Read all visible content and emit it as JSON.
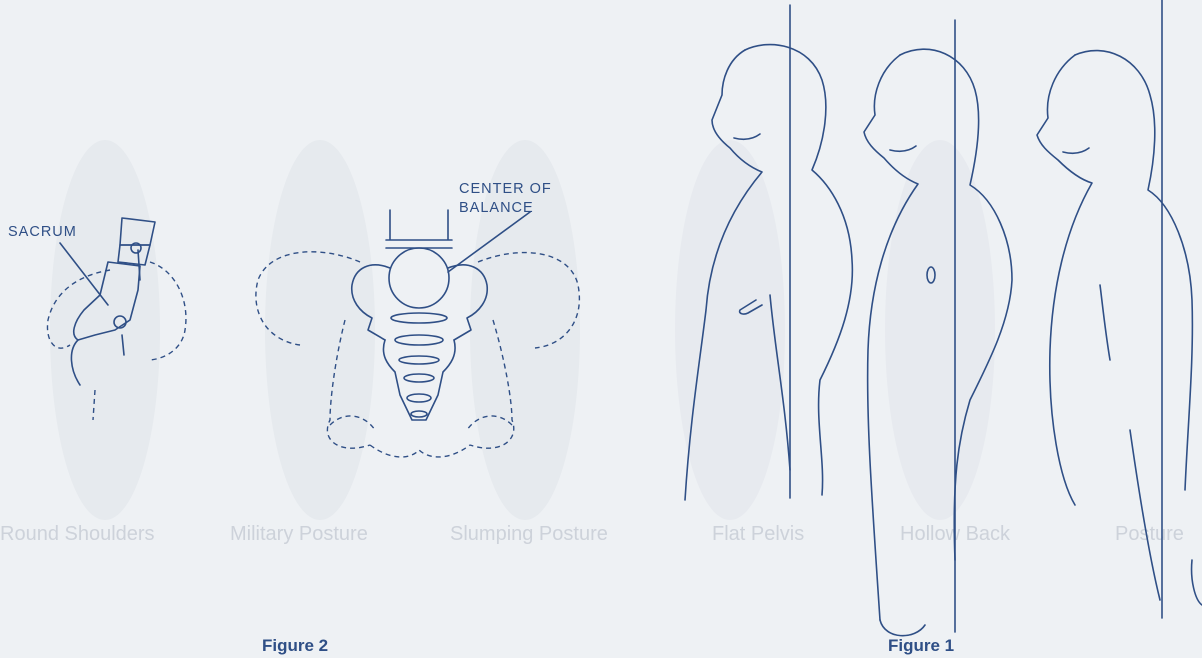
{
  "background_text": {
    "captions": [
      "Round Shoulders",
      "Military Posture",
      "Slumping Posture",
      "Flat Pelvis",
      "Hollow Back",
      "Posture"
    ]
  },
  "figure2": {
    "caption": "Figure 2",
    "sacrum_label": "SACRUM",
    "balance_label_line1": "CENTER OF",
    "balance_label_line2": "BALANCE"
  },
  "figure1": {
    "caption": "Figure 1"
  },
  "colors": {
    "ink": "#2f4f86",
    "paper": "#eef1f4",
    "ghost": "#d7dce3"
  }
}
